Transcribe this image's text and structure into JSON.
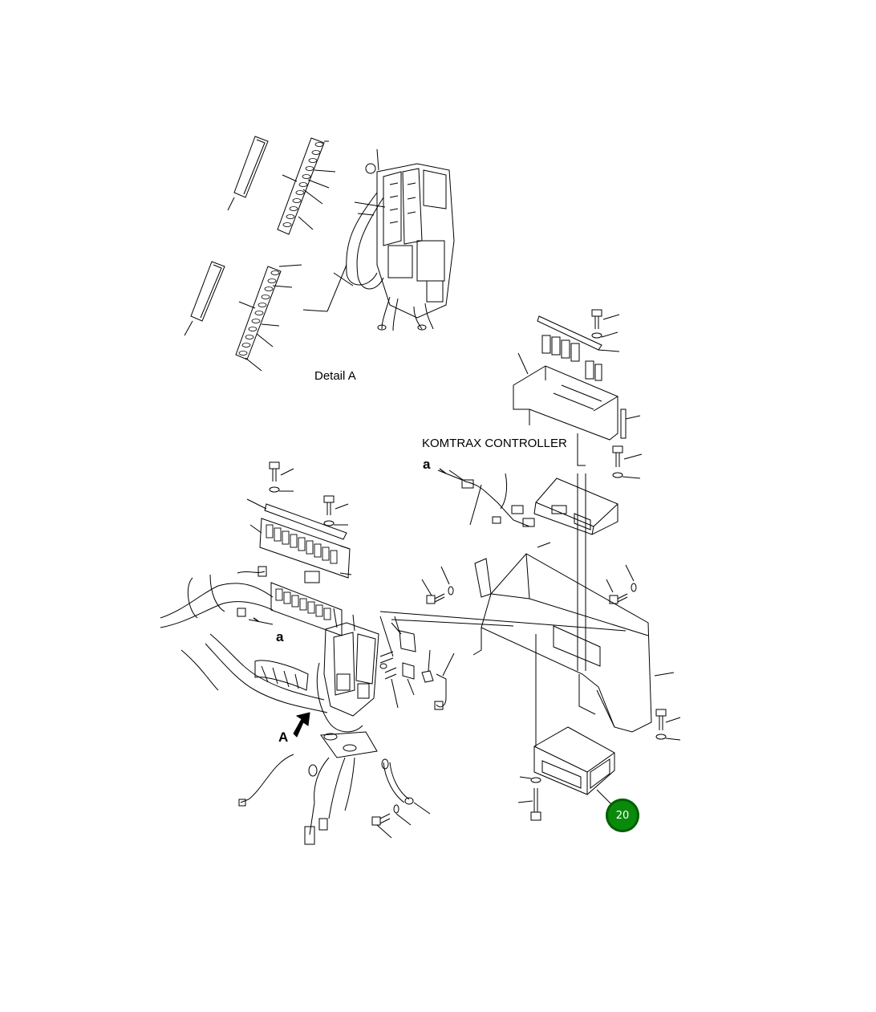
{
  "labels": {
    "detail_title": "Detail A",
    "komtrax_title": "KOMTRAX CONTROLLER",
    "ref_a_upper": "a",
    "ref_a_lower": "a",
    "view_a": "A"
  },
  "callout": {
    "number": "20",
    "color": "#0a8a0a",
    "icon": "green-circle-callout"
  }
}
